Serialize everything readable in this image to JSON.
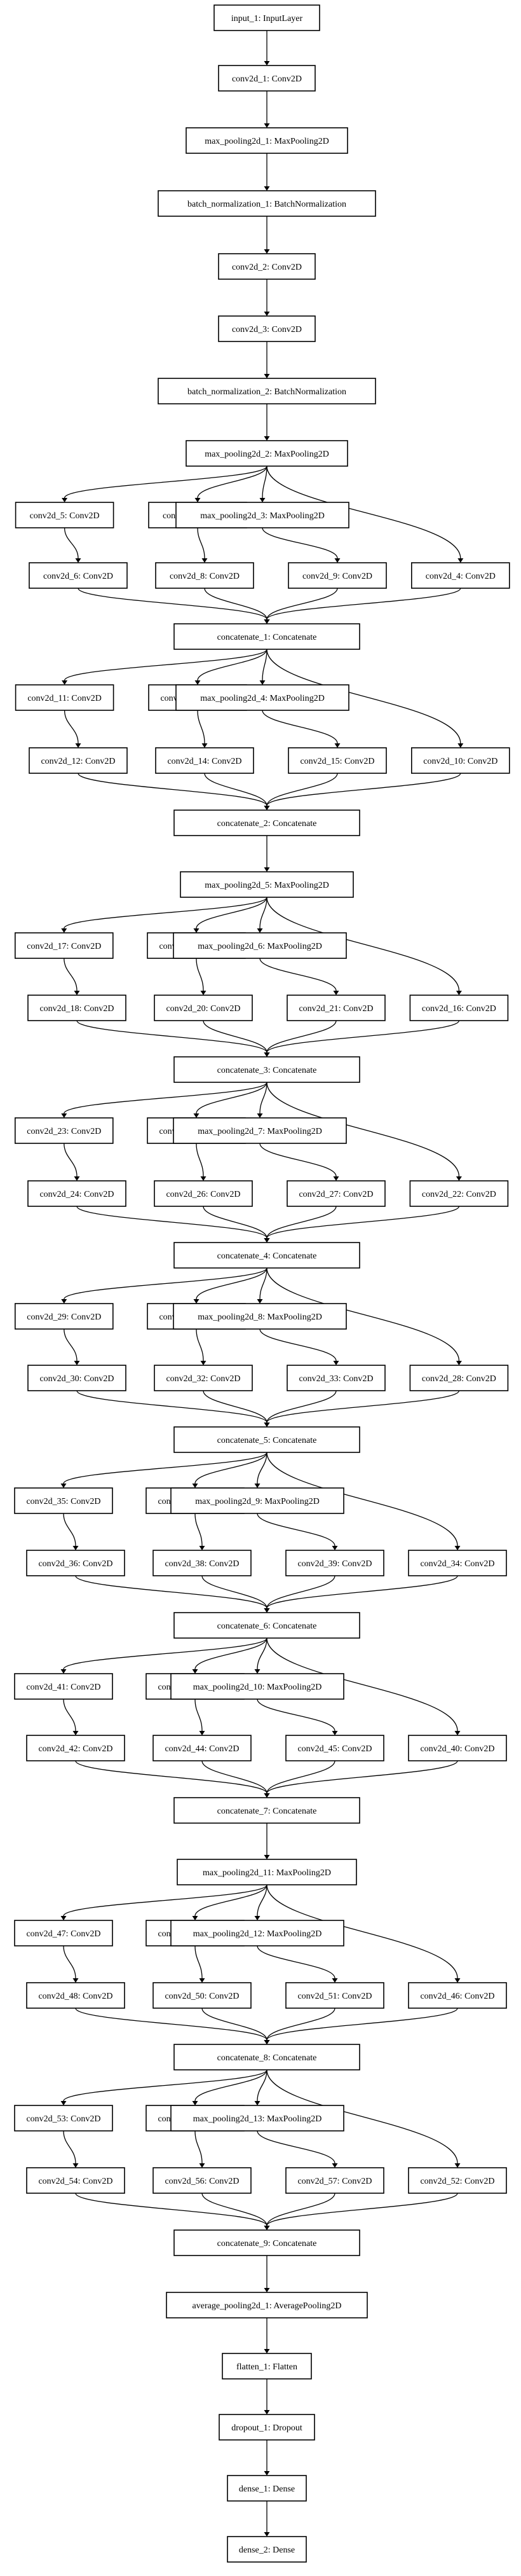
{
  "nodes": {
    "input_1": "input_1: InputLayer",
    "conv2d_1": "conv2d_1: Conv2D",
    "max_pooling2d_1": "max_pooling2d_1: MaxPooling2D",
    "batch_normalization_1": "batch_normalization_1: BatchNormalization",
    "conv2d_2": "conv2d_2: Conv2D",
    "conv2d_3": "conv2d_3: Conv2D",
    "batch_normalization_2": "batch_normalization_2: BatchNormalization",
    "max_pooling2d_2": "max_pooling2d_2: MaxPooling2D",
    "conv2d_5": "conv2d_5: Conv2D",
    "conv2d_7": "conv2d_7: Conv2D",
    "max_pooling2d_3": "max_pooling2d_3: MaxPooling2D",
    "conv2d_6": "conv2d_6: Conv2D",
    "conv2d_8": "conv2d_8: Conv2D",
    "conv2d_9": "conv2d_9: Conv2D",
    "conv2d_4": "conv2d_4: Conv2D",
    "concatenate_1": "concatenate_1: Concatenate",
    "conv2d_11": "conv2d_11: Conv2D",
    "conv2d_13": "conv2d_13: Conv2D",
    "max_pooling2d_4": "max_pooling2d_4: MaxPooling2D",
    "conv2d_12": "conv2d_12: Conv2D",
    "conv2d_14": "conv2d_14: Conv2D",
    "conv2d_15": "conv2d_15: Conv2D",
    "conv2d_10": "conv2d_10: Conv2D",
    "concatenate_2": "concatenate_2: Concatenate",
    "max_pooling2d_5": "max_pooling2d_5: MaxPooling2D",
    "conv2d_17": "conv2d_17: Conv2D",
    "conv2d_19": "conv2d_19: Conv2D",
    "max_pooling2d_6": "max_pooling2d_6: MaxPooling2D",
    "conv2d_18": "conv2d_18: Conv2D",
    "conv2d_20": "conv2d_20: Conv2D",
    "conv2d_21": "conv2d_21: Conv2D",
    "conv2d_16": "conv2d_16: Conv2D",
    "concatenate_3": "concatenate_3: Concatenate",
    "conv2d_23": "conv2d_23: Conv2D",
    "conv2d_25": "conv2d_25: Conv2D",
    "max_pooling2d_7": "max_pooling2d_7: MaxPooling2D",
    "conv2d_24": "conv2d_24: Conv2D",
    "conv2d_26": "conv2d_26: Conv2D",
    "conv2d_27": "conv2d_27: Conv2D",
    "conv2d_22": "conv2d_22: Conv2D",
    "concatenate_4": "concatenate_4: Concatenate",
    "conv2d_29": "conv2d_29: Conv2D",
    "conv2d_31": "conv2d_31: Conv2D",
    "max_pooling2d_8": "max_pooling2d_8: MaxPooling2D",
    "conv2d_30": "conv2d_30: Conv2D",
    "conv2d_32": "conv2d_32: Conv2D",
    "conv2d_33": "conv2d_33: Conv2D",
    "conv2d_28": "conv2d_28: Conv2D",
    "concatenate_5": "concatenate_5: Concatenate",
    "conv2d_35": "conv2d_35: Conv2D",
    "conv2d_37": "conv2d_37: Conv2D",
    "max_pooling2d_9": "max_pooling2d_9: MaxPooling2D",
    "conv2d_36": "conv2d_36: Conv2D",
    "conv2d_38": "conv2d_38: Conv2D",
    "conv2d_39": "conv2d_39: Conv2D",
    "conv2d_34": "conv2d_34: Conv2D",
    "concatenate_6": "concatenate_6: Concatenate",
    "conv2d_41": "conv2d_41: Conv2D",
    "conv2d_43": "conv2d_43: Conv2D",
    "max_pooling2d_10": "max_pooling2d_10: MaxPooling2D",
    "conv2d_42": "conv2d_42: Conv2D",
    "conv2d_44": "conv2d_44: Conv2D",
    "conv2d_45": "conv2d_45: Conv2D",
    "conv2d_40": "conv2d_40: Conv2D",
    "concatenate_7": "concatenate_7: Concatenate",
    "max_pooling2d_11": "max_pooling2d_11: MaxPooling2D",
    "conv2d_47": "conv2d_47: Conv2D",
    "conv2d_49": "conv2d_49: Conv2D",
    "max_pooling2d_12": "max_pooling2d_12: MaxPooling2D",
    "conv2d_48": "conv2d_48: Conv2D",
    "conv2d_50": "conv2d_50: Conv2D",
    "conv2d_51": "conv2d_51: Conv2D",
    "conv2d_46": "conv2d_46: Conv2D",
    "concatenate_8": "concatenate_8: Concatenate",
    "conv2d_53": "conv2d_53: Conv2D",
    "conv2d_55": "conv2d_55: Conv2D",
    "max_pooling2d_13": "max_pooling2d_13: MaxPooling2D",
    "conv2d_54": "conv2d_54: Conv2D",
    "conv2d_56": "conv2d_56: Conv2D",
    "conv2d_57": "conv2d_57: Conv2D",
    "conv2d_52": "conv2d_52: Conv2D",
    "concatenate_9": "concatenate_9: Concatenate",
    "average_pooling2d_1": "average_pooling2d_1: AveragePooling2D",
    "flatten_1": "flatten_1: Flatten",
    "dropout_1": "dropout_1: Dropout",
    "dense_1": "dense_1: Dense",
    "dense_2": "dense_2: Dense"
  },
  "edges": [
    [
      "input_1",
      "conv2d_1"
    ],
    [
      "conv2d_1",
      "max_pooling2d_1"
    ],
    [
      "max_pooling2d_1",
      "batch_normalization_1"
    ],
    [
      "batch_normalization_1",
      "conv2d_2"
    ],
    [
      "conv2d_2",
      "conv2d_3"
    ],
    [
      "conv2d_3",
      "batch_normalization_2"
    ],
    [
      "batch_normalization_2",
      "max_pooling2d_2"
    ],
    [
      "max_pooling2d_2",
      "conv2d_5"
    ],
    [
      "max_pooling2d_2",
      "conv2d_7"
    ],
    [
      "max_pooling2d_2",
      "max_pooling2d_3"
    ],
    [
      "max_pooling2d_2",
      "conv2d_4"
    ],
    [
      "conv2d_5",
      "conv2d_6"
    ],
    [
      "conv2d_7",
      "conv2d_8"
    ],
    [
      "max_pooling2d_3",
      "conv2d_9"
    ],
    [
      "conv2d_6",
      "concatenate_1"
    ],
    [
      "conv2d_8",
      "concatenate_1"
    ],
    [
      "conv2d_9",
      "concatenate_1"
    ],
    [
      "conv2d_4",
      "concatenate_1"
    ],
    [
      "concatenate_1",
      "conv2d_11"
    ],
    [
      "concatenate_1",
      "conv2d_13"
    ],
    [
      "concatenate_1",
      "max_pooling2d_4"
    ],
    [
      "concatenate_1",
      "conv2d_10"
    ],
    [
      "conv2d_11",
      "conv2d_12"
    ],
    [
      "conv2d_13",
      "conv2d_14"
    ],
    [
      "max_pooling2d_4",
      "conv2d_15"
    ],
    [
      "conv2d_12",
      "concatenate_2"
    ],
    [
      "conv2d_14",
      "concatenate_2"
    ],
    [
      "conv2d_15",
      "concatenate_2"
    ],
    [
      "conv2d_10",
      "concatenate_2"
    ],
    [
      "concatenate_2",
      "max_pooling2d_5"
    ],
    [
      "max_pooling2d_5",
      "conv2d_17"
    ],
    [
      "max_pooling2d_5",
      "conv2d_19"
    ],
    [
      "max_pooling2d_5",
      "max_pooling2d_6"
    ],
    [
      "max_pooling2d_5",
      "conv2d_16"
    ],
    [
      "conv2d_17",
      "conv2d_18"
    ],
    [
      "conv2d_19",
      "conv2d_20"
    ],
    [
      "max_pooling2d_6",
      "conv2d_21"
    ],
    [
      "conv2d_18",
      "concatenate_3"
    ],
    [
      "conv2d_20",
      "concatenate_3"
    ],
    [
      "conv2d_21",
      "concatenate_3"
    ],
    [
      "conv2d_16",
      "concatenate_3"
    ],
    [
      "concatenate_3",
      "conv2d_23"
    ],
    [
      "concatenate_3",
      "conv2d_25"
    ],
    [
      "concatenate_3",
      "max_pooling2d_7"
    ],
    [
      "concatenate_3",
      "conv2d_22"
    ],
    [
      "conv2d_23",
      "conv2d_24"
    ],
    [
      "conv2d_25",
      "conv2d_26"
    ],
    [
      "max_pooling2d_7",
      "conv2d_27"
    ],
    [
      "conv2d_24",
      "concatenate_4"
    ],
    [
      "conv2d_26",
      "concatenate_4"
    ],
    [
      "conv2d_27",
      "concatenate_4"
    ],
    [
      "conv2d_22",
      "concatenate_4"
    ],
    [
      "concatenate_4",
      "conv2d_29"
    ],
    [
      "concatenate_4",
      "conv2d_31"
    ],
    [
      "concatenate_4",
      "max_pooling2d_8"
    ],
    [
      "concatenate_4",
      "conv2d_28"
    ],
    [
      "conv2d_29",
      "conv2d_30"
    ],
    [
      "conv2d_31",
      "conv2d_32"
    ],
    [
      "max_pooling2d_8",
      "conv2d_33"
    ],
    [
      "conv2d_30",
      "concatenate_5"
    ],
    [
      "conv2d_32",
      "concatenate_5"
    ],
    [
      "conv2d_33",
      "concatenate_5"
    ],
    [
      "conv2d_28",
      "concatenate_5"
    ],
    [
      "concatenate_5",
      "conv2d_35"
    ],
    [
      "concatenate_5",
      "conv2d_37"
    ],
    [
      "concatenate_5",
      "max_pooling2d_9"
    ],
    [
      "concatenate_5",
      "conv2d_34"
    ],
    [
      "conv2d_35",
      "conv2d_36"
    ],
    [
      "conv2d_37",
      "conv2d_38"
    ],
    [
      "max_pooling2d_9",
      "conv2d_39"
    ],
    [
      "conv2d_36",
      "concatenate_6"
    ],
    [
      "conv2d_38",
      "concatenate_6"
    ],
    [
      "conv2d_39",
      "concatenate_6"
    ],
    [
      "conv2d_34",
      "concatenate_6"
    ],
    [
      "concatenate_6",
      "conv2d_41"
    ],
    [
      "concatenate_6",
      "conv2d_43"
    ],
    [
      "concatenate_6",
      "max_pooling2d_10"
    ],
    [
      "concatenate_6",
      "conv2d_40"
    ],
    [
      "conv2d_41",
      "conv2d_42"
    ],
    [
      "conv2d_43",
      "conv2d_44"
    ],
    [
      "max_pooling2d_10",
      "conv2d_45"
    ],
    [
      "conv2d_42",
      "concatenate_7"
    ],
    [
      "conv2d_44",
      "concatenate_7"
    ],
    [
      "conv2d_45",
      "concatenate_7"
    ],
    [
      "conv2d_40",
      "concatenate_7"
    ],
    [
      "concatenate_7",
      "max_pooling2d_11"
    ],
    [
      "max_pooling2d_11",
      "conv2d_47"
    ],
    [
      "max_pooling2d_11",
      "conv2d_49"
    ],
    [
      "max_pooling2d_11",
      "max_pooling2d_12"
    ],
    [
      "max_pooling2d_11",
      "conv2d_46"
    ],
    [
      "conv2d_47",
      "conv2d_48"
    ],
    [
      "conv2d_49",
      "conv2d_50"
    ],
    [
      "max_pooling2d_12",
      "conv2d_51"
    ],
    [
      "conv2d_48",
      "concatenate_8"
    ],
    [
      "conv2d_50",
      "concatenate_8"
    ],
    [
      "conv2d_51",
      "concatenate_8"
    ],
    [
      "conv2d_46",
      "concatenate_8"
    ],
    [
      "concatenate_8",
      "conv2d_53"
    ],
    [
      "concatenate_8",
      "conv2d_55"
    ],
    [
      "concatenate_8",
      "max_pooling2d_13"
    ],
    [
      "concatenate_8",
      "conv2d_52"
    ],
    [
      "conv2d_53",
      "conv2d_54"
    ],
    [
      "conv2d_55",
      "conv2d_56"
    ],
    [
      "max_pooling2d_13",
      "conv2d_57"
    ],
    [
      "conv2d_54",
      "concatenate_9"
    ],
    [
      "conv2d_56",
      "concatenate_9"
    ],
    [
      "conv2d_57",
      "concatenate_9"
    ],
    [
      "conv2d_52",
      "concatenate_9"
    ],
    [
      "concatenate_9",
      "average_pooling2d_1"
    ],
    [
      "average_pooling2d_1",
      "flatten_1"
    ],
    [
      "flatten_1",
      "dropout_1"
    ],
    [
      "dropout_1",
      "dense_1"
    ],
    [
      "dense_1",
      "dense_2"
    ]
  ]
}
